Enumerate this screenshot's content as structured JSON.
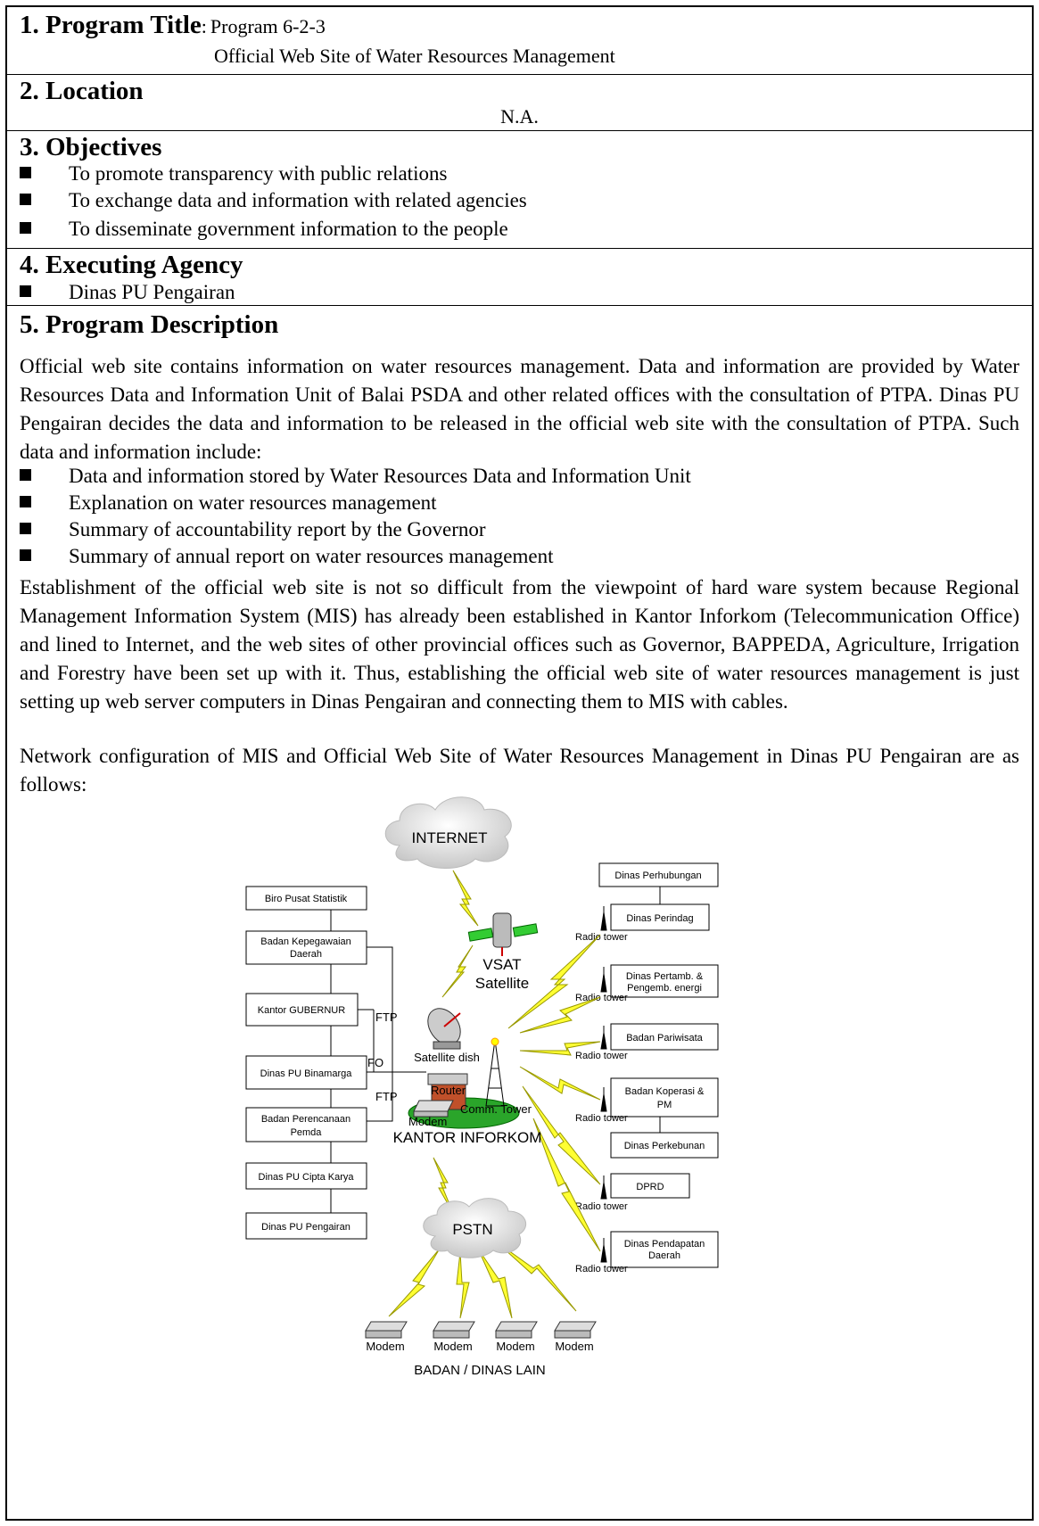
{
  "sec1": {
    "heading": "1. Program Title",
    "sep": ":",
    "line1": "Program 6-2-3",
    "line2": "Official Web Site of Water Resources Management"
  },
  "sec2": {
    "heading": "2. Location",
    "value": "N.A."
  },
  "sec3": {
    "heading": "3. Objectives",
    "items": [
      "To promote transparency with public relations",
      "To exchange data and information with related agencies",
      "To disseminate government information to the people"
    ]
  },
  "sec4": {
    "heading": "4. Executing Agency",
    "items": [
      "Dinas PU Pengairan"
    ]
  },
  "sec5": {
    "heading": "5. Program Description",
    "para1": "Official web site contains information on water resources management.  Data and information are provided by Water Resources Data and Information Unit of Balai PSDA and other related offices with the consultation of PTPA.  Dinas PU Pengairan decides the data and information to be released in the official web site with the consultation of PTPA.  Such data and information include:",
    "items": [
      "Data and information stored by Water Resources Data and Information Unit",
      "Explanation on water resources management",
      "Summary of accountability report by the Governor",
      "Summary of annual report on water resources management"
    ],
    "para2": "Establishment of the official web site is not so difficult from the viewpoint of hard ware system because Regional Management Information System (MIS) has already been established in Kantor Inforkom (Telecommunication Office) and lined to Internet, and the web sites of other provincial offices such as Governor, BAPPEDA, Agriculture, Irrigation and Forestry have been set up with it.  Thus, establishing the official web site of water resources management is just setting up web server computers in Dinas Pengairan and connecting them to MIS with cables.",
    "para3": "Network configuration of MIS and Official Web Site of Water Resources Management in Dinas PU Pengairan are as follows:"
  },
  "diagram": {
    "internet": "INTERNET",
    "vsat1": "VSAT",
    "vsat2": "Satellite",
    "satellite_dish": "Satellite dish",
    "router": "Router",
    "comm_tower": "Comm. Tower",
    "modem": "Modem",
    "kantor": "KANTOR INFORKOM",
    "pstn": "PSTN",
    "ftp": "FTP",
    "fo": "FO",
    "radio_tower": "Radio tower",
    "left_boxes": [
      [
        "Biro Pusat Statistik"
      ],
      [
        "Badan Kepegawaian",
        "Daerah"
      ],
      [
        "Kantor GUBERNUR"
      ],
      [
        "Dinas PU Binamarga"
      ],
      [
        "Badan Perencanaan",
        "Pemda"
      ],
      [
        "Dinas PU Cipta Karya"
      ],
      [
        "Dinas PU Pengairan"
      ]
    ],
    "right_boxes": [
      [
        "Dinas Perhubungan"
      ],
      [
        "Dinas Perindag"
      ],
      [
        "Dinas Pertamb. &",
        "Pengemb. energi"
      ],
      [
        "Badan Pariwisata"
      ],
      [
        "Badan Koperasi &",
        "PM"
      ],
      [
        "Dinas Perkebunan"
      ],
      [
        "DPRD"
      ],
      [
        "Dinas Pendapatan",
        "Daerah"
      ]
    ],
    "modems_bottom": [
      "Modem",
      "Modem",
      "Modem",
      "Modem"
    ],
    "badan_lain": "BADAN / DINAS LAIN"
  }
}
